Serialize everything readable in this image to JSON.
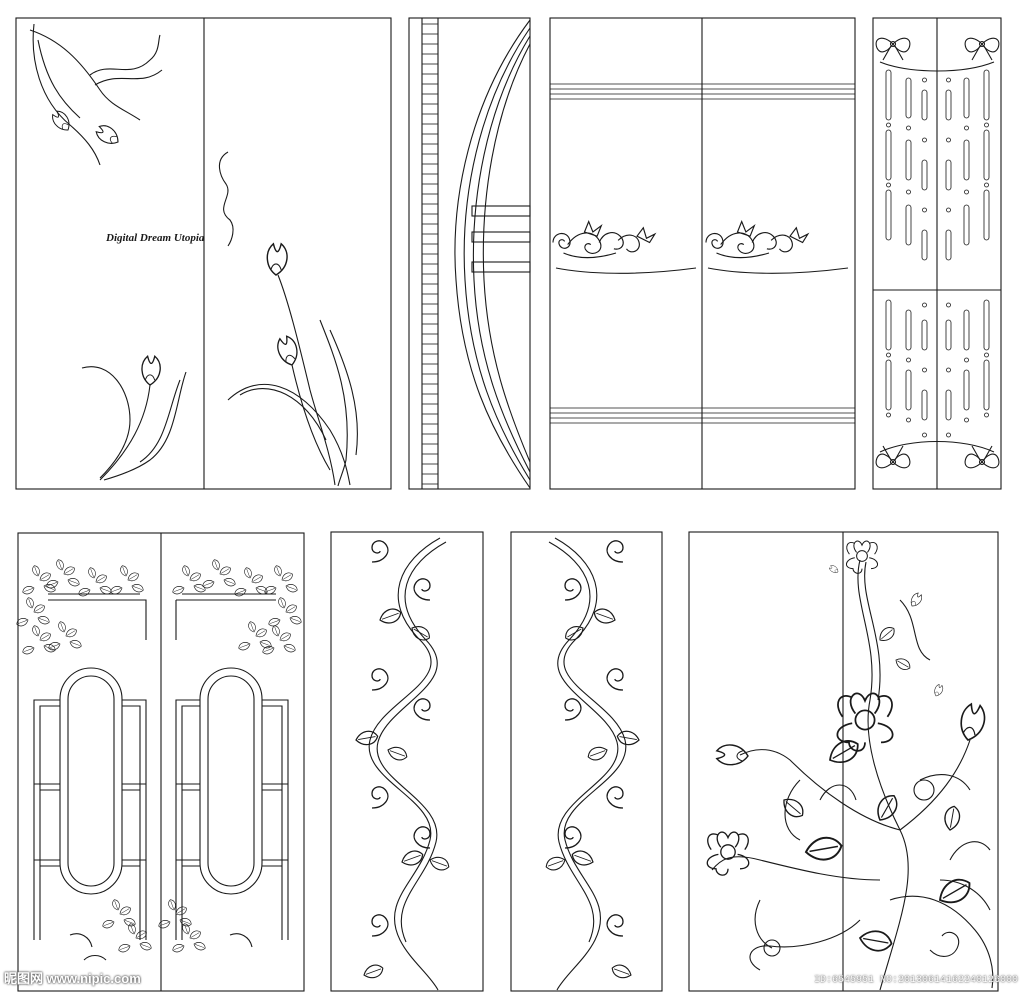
{
  "artwork": {
    "signature_text": "Digital Dream Utopia",
    "watermark_left": "昵图网 www.nipic.com",
    "watermark_right": "ID:6545951 NO:20130614162240126000",
    "line_color": "#1a1a1a",
    "background_color": "#ffffff",
    "icons": [
      "tulip-motif",
      "scroll-vine-motif",
      "bow-motif",
      "leaf-cluster-motif",
      "peony-motif"
    ]
  }
}
